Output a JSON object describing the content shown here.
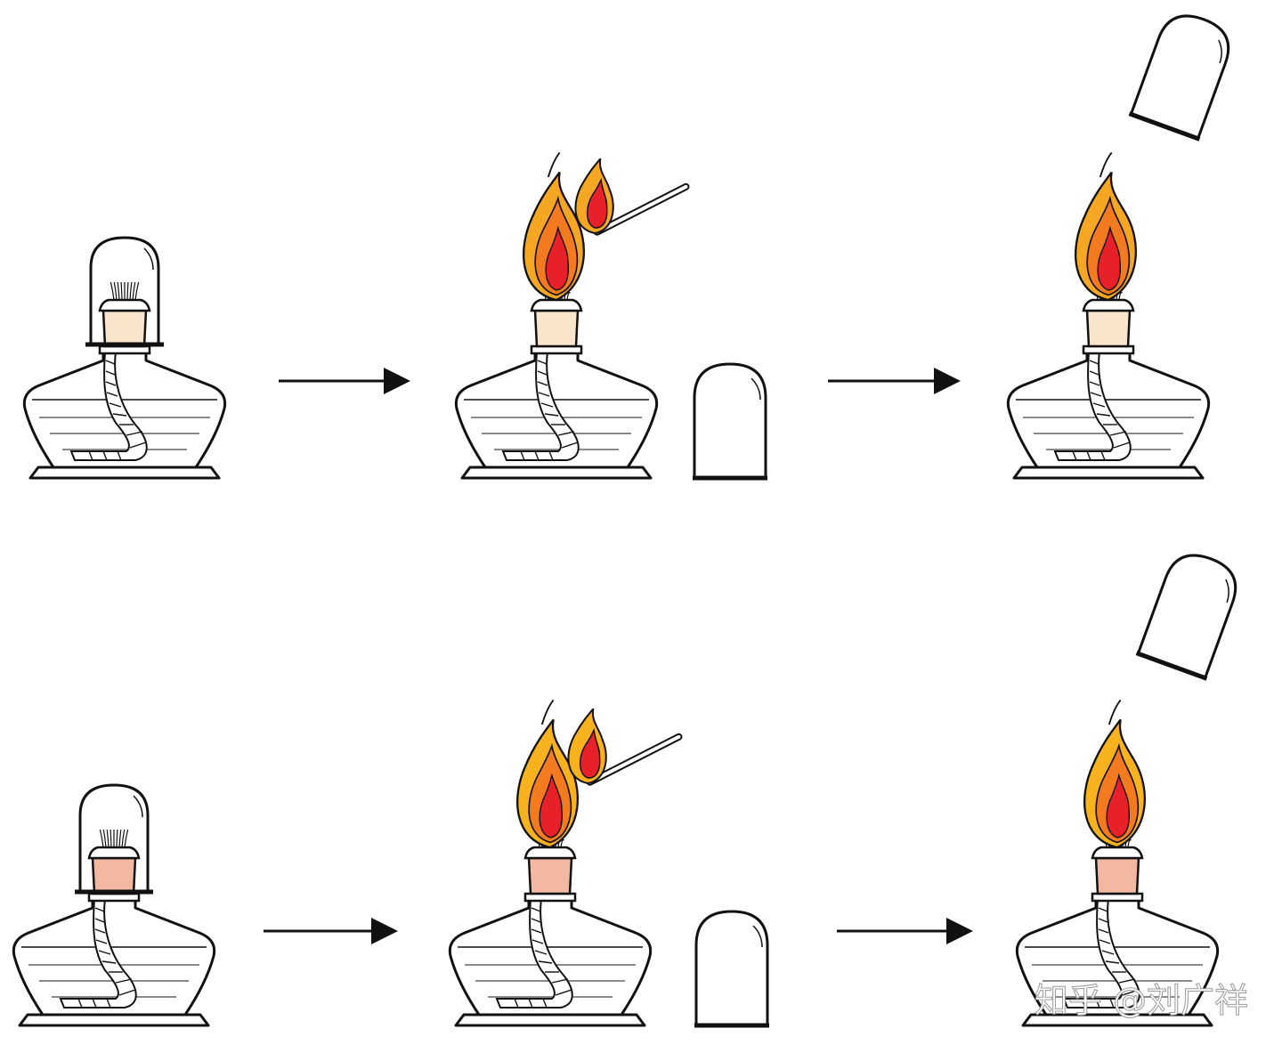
{
  "watermark": "知乎 @刘广祥",
  "colors": {
    "stroke": "#111111",
    "flame_outer": "#f5a623",
    "flame_middle": "#f47a1f",
    "flame_core": "#e8202a",
    "flame_outer_row2": "#f7b21e",
    "cork_row1": "#f9e4cc",
    "cork_row2": "#f2b8a2",
    "glass_fill": "#ffffff"
  },
  "rows": [
    {
      "steps": [
        {
          "lamp": "capped",
          "flame": false
        },
        {
          "lamp": "open",
          "flame": true,
          "match": true,
          "cap_beside": true
        },
        {
          "lamp": "open",
          "flame": true,
          "cap_above": true
        }
      ],
      "arrows": 2
    },
    {
      "steps": [
        {
          "lamp": "capped",
          "flame": false
        },
        {
          "lamp": "open",
          "flame": true,
          "match": true,
          "cap_beside": true
        },
        {
          "lamp": "open",
          "flame": true,
          "cap_above": true
        }
      ],
      "arrows": 2
    }
  ]
}
